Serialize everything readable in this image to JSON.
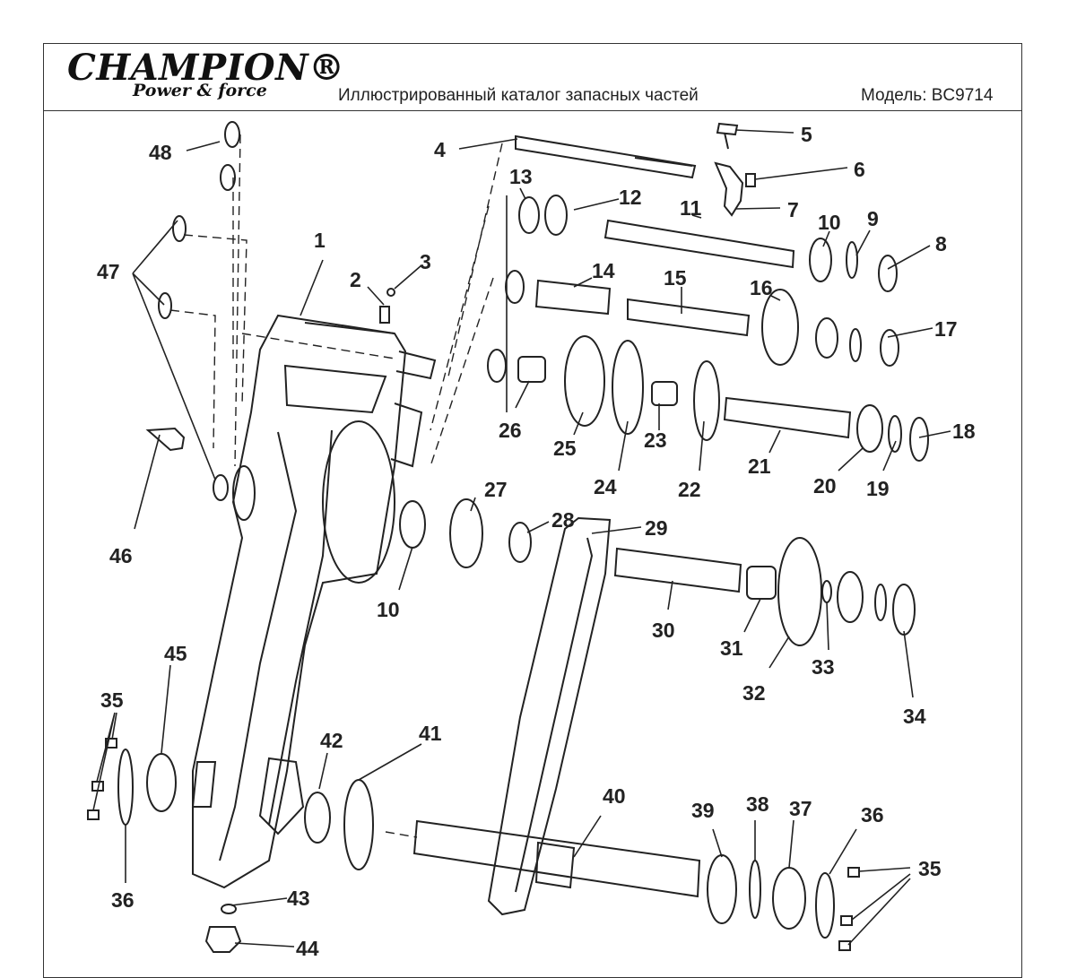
{
  "header": {
    "logo_text": "CHAMPION®",
    "logo_tagline": "Power & force",
    "catalog_title": "Иллюстрированный каталог запасных частей",
    "model": "Модель: BC9714"
  },
  "part_labels": [
    "1",
    "2",
    "3",
    "4",
    "5",
    "6",
    "7",
    "8",
    "9",
    "10",
    "10",
    "11",
    "12",
    "13",
    "14",
    "15",
    "16",
    "17",
    "18",
    "19",
    "20",
    "21",
    "22",
    "23",
    "24",
    "25",
    "26",
    "27",
    "28",
    "29",
    "30",
    "31",
    "32",
    "33",
    "34",
    "35",
    "35",
    "36",
    "36",
    "37",
    "38",
    "39",
    "40",
    "41",
    "42",
    "43",
    "44",
    "45",
    "46",
    "47",
    "48"
  ]
}
